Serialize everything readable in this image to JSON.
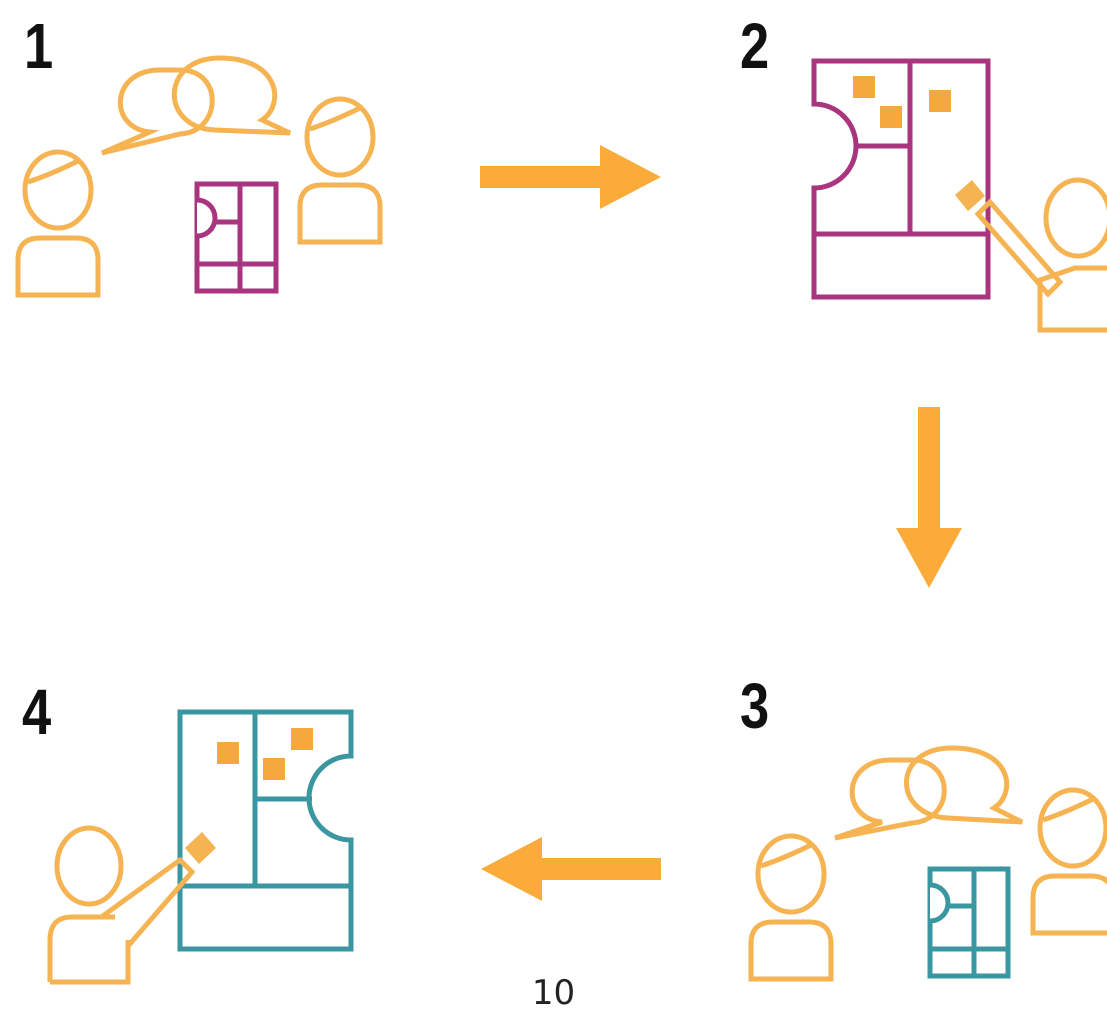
{
  "steps": [
    {
      "label": "1"
    },
    {
      "label": "2"
    },
    {
      "label": "3"
    },
    {
      "label": "4"
    }
  ],
  "page_number": "10",
  "colors": {
    "people": "#F6B352",
    "board_initial": "#A8357E",
    "board_revised": "#3A96A0",
    "sticky_note": "#F4A93E",
    "arrow": "#FAAB3A",
    "text": "#111111"
  },
  "icons": {
    "person": "person-icon",
    "speech_bubble": "speech-bubble-icon",
    "board": "floor-plan-board-icon",
    "marker": "marker-pen-icon",
    "arrow": "arrow-icon"
  }
}
